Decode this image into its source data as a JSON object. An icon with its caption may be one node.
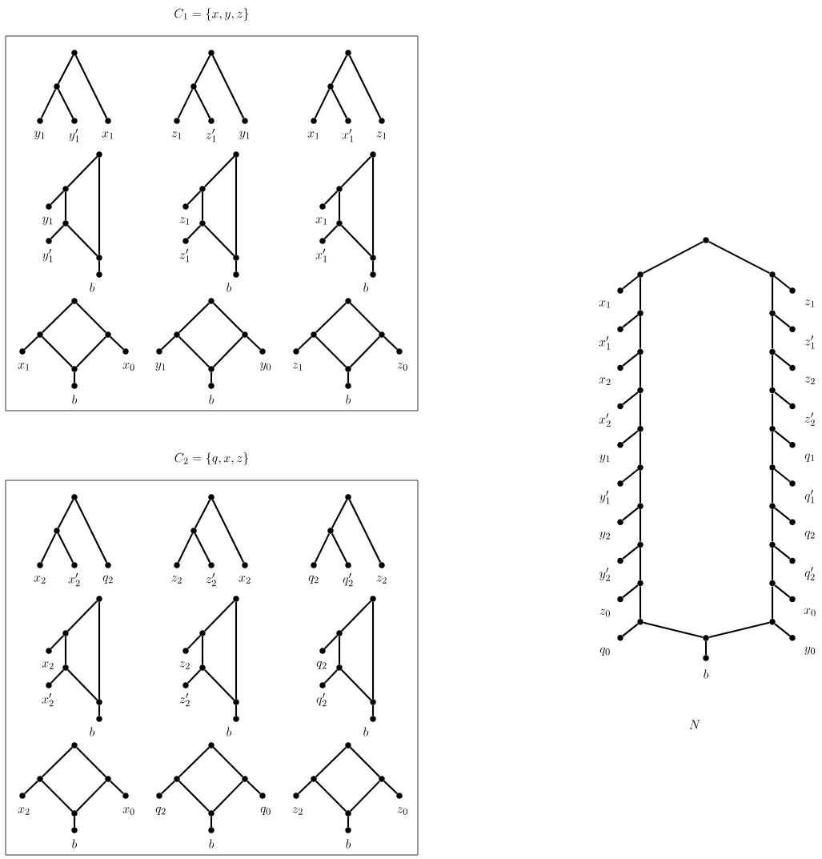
{
  "diagram": {
    "nodes": [
      {
        "text": [
          "C_1 = \\{x, y, z\\}"
        ]
      },
      {
        "text": [],
        "shape": "circle",
        "in": 0
      },
      {
        "text": [],
        "shape": "circle",
        "in": 0
      },
      {
        "text": [],
        "shape": "circle",
        "in": 0,
        "beside": [
          "y_1"
        ]
      },
      {
        "text": [],
        "shape": "circle",
        "in": 0,
        "beside": [
          "y_1'"
        ]
      },
      {
        "text": [],
        "shape": "circle",
        "in": 0,
        "beside": [
          "x_1"
        ]
      },
      {
        "text": [],
        "shape": "circle",
        "in": 0
      },
      {
        "text": [],
        "shape": "circle",
        "in": 0
      },
      {
        "text": [],
        "shape": "circle",
        "in": 0,
        "beside": [
          "z_1"
        ]
      },
      {
        "text": [],
        "shape": "circle",
        "in": 0,
        "beside": [
          "z_1'"
        ]
      },
      {
        "text": [],
        "shape": "circle",
        "in": 0,
        "beside": [
          "y_1"
        ]
      },
      {
        "text": [],
        "shape": "circle",
        "in": 0
      },
      {
        "text": [],
        "shape": "circle",
        "in": 0
      },
      {
        "text": [],
        "shape": "circle",
        "in": 0,
        "beside": [
          "x_1"
        ]
      },
      {
        "text": [],
        "shape": "circle",
        "in": 0,
        "beside": [
          "x_1'"
        ]
      },
      {
        "text": [],
        "shape": "circle",
        "in": 0,
        "beside": [
          "z_1"
        ]
      },
      {
        "text": [],
        "shape": "circle",
        "in": 0
      },
      {
        "text": [],
        "shape": "circle",
        "in": 0
      },
      {
        "text": [],
        "shape": "circle",
        "in": 0,
        "beside": [
          "y_1"
        ]
      },
      {
        "text": [],
        "shape": "circle",
        "in": 0
      },
      {
        "text": [],
        "shape": "circle",
        "in": 0,
        "beside": [
          "y_1'"
        ]
      },
      {
        "text": [],
        "shape": "circle",
        "in": 0
      },
      {
        "text": [],
        "shape": "circle",
        "in": 0,
        "beside": [
          "b"
        ]
      },
      {
        "text": [],
        "shape": "circle",
        "in": 0
      },
      {
        "text": [],
        "shape": "circle",
        "in": 0
      },
      {
        "text": [],
        "shape": "circle",
        "in": 0,
        "beside": [
          "z_1"
        ]
      },
      {
        "text": [],
        "shape": "circle",
        "in": 0
      },
      {
        "text": [],
        "shape": "circle",
        "in": 0,
        "beside": [
          "z_1'"
        ]
      },
      {
        "text": [],
        "shape": "circle",
        "in": 0
      },
      {
        "text": [],
        "shape": "circle",
        "in": 0,
        "beside": [
          "b"
        ]
      },
      {
        "text": [],
        "shape": "circle",
        "in": 0
      },
      {
        "text": [],
        "shape": "circle",
        "in": 0
      },
      {
        "text": [],
        "shape": "circle",
        "in": 0,
        "beside": [
          "x_1"
        ]
      },
      {
        "text": [],
        "shape": "circle",
        "in": 0
      },
      {
        "text": [],
        "shape": "circle",
        "in": 0,
        "beside": [
          "x_1'"
        ]
      },
      {
        "text": [],
        "shape": "circle",
        "in": 0
      },
      {
        "text": [],
        "shape": "circle",
        "in": 0,
        "beside": [
          "b"
        ]
      },
      {
        "text": [],
        "shape": "circle",
        "in": 0
      },
      {
        "text": [],
        "shape": "circle",
        "in": 0
      },
      {
        "text": [],
        "shape": "circle",
        "in": 0
      },
      {
        "text": [],
        "shape": "circle",
        "in": 0,
        "beside": [
          "x_1"
        ]
      },
      {
        "text": [],
        "shape": "circle",
        "in": 0,
        "beside": [
          "x_0"
        ]
      },
      {
        "text": [],
        "shape": "circle",
        "in": 0
      },
      {
        "text": [],
        "shape": "circle",
        "in": 0,
        "beside": [
          "b"
        ]
      },
      {
        "text": [],
        "shape": "circle",
        "in": 0
      },
      {
        "text": [],
        "shape": "circle",
        "in": 0
      },
      {
        "text": [],
        "shape": "circle",
        "in": 0
      },
      {
        "text": [],
        "shape": "circle",
        "in": 0,
        "beside": [
          "y_1"
        ]
      },
      {
        "text": [],
        "shape": "circle",
        "in": 0,
        "beside": [
          "y_0"
        ]
      },
      {
        "text": [],
        "shape": "circle",
        "in": 0
      },
      {
        "text": [],
        "shape": "circle",
        "in": 0,
        "beside": [
          "b"
        ]
      },
      {
        "text": [],
        "shape": "circle",
        "in": 0
      },
      {
        "text": [],
        "shape": "circle",
        "in": 0
      },
      {
        "text": [],
        "shape": "circle",
        "in": 0
      },
      {
        "text": [],
        "shape": "circle",
        "in": 0,
        "beside": [
          "z_1"
        ]
      },
      {
        "text": [],
        "shape": "circle",
        "in": 0,
        "beside": [
          "z_0"
        ]
      },
      {
        "text": [],
        "shape": "circle",
        "in": 0
      },
      {
        "text": [],
        "shape": "circle",
        "in": 0,
        "beside": [
          "b"
        ]
      },
      {
        "text": [
          "C_2 = \\{q, x, z\\}"
        ]
      },
      {
        "text": [],
        "shape": "circle",
        "in": 58
      },
      {
        "text": [],
        "shape": "circle",
        "in": 58
      },
      {
        "text": [],
        "shape": "circle",
        "in": 58,
        "beside": [
          "x_2"
        ]
      },
      {
        "text": [],
        "shape": "circle",
        "in": 58,
        "beside": [
          "x_2'"
        ]
      },
      {
        "text": [],
        "shape": "circle",
        "in": 58,
        "beside": [
          "q_2"
        ]
      },
      {
        "text": [],
        "shape": "circle",
        "in": 58
      },
      {
        "text": [],
        "shape": "circle",
        "in": 58
      },
      {
        "text": [],
        "shape": "circle",
        "in": 58,
        "beside": [
          "z_2"
        ]
      },
      {
        "text": [],
        "shape": "circle",
        "in": 58,
        "beside": [
          "z_2'"
        ]
      },
      {
        "text": [],
        "shape": "circle",
        "in": 58,
        "beside": [
          "x_2"
        ]
      },
      {
        "text": [],
        "shape": "circle",
        "in": 58
      },
      {
        "text": [],
        "shape": "circle",
        "in": 58
      },
      {
        "text": [],
        "shape": "circle",
        "in": 58,
        "beside": [
          "q_2"
        ]
      },
      {
        "text": [],
        "shape": "circle",
        "in": 58,
        "beside": [
          "q_2'"
        ]
      },
      {
        "text": [],
        "shape": "circle",
        "in": 58,
        "beside": [
          "z_2"
        ]
      },
      {
        "text": [],
        "shape": "circle",
        "in": 58
      },
      {
        "text": [],
        "shape": "circle",
        "in": 58
      },
      {
        "text": [],
        "shape": "circle",
        "in": 58,
        "beside": [
          "x_2"
        ]
      },
      {
        "text": [],
        "shape": "circle",
        "in": 58
      },
      {
        "text": [],
        "shape": "circle",
        "in": 58,
        "beside": [
          "x_2'"
        ]
      },
      {
        "text": [],
        "shape": "circle",
        "in": 58
      },
      {
        "text": [],
        "shape": "circle",
        "in": 58,
        "beside": [
          "b"
        ]
      },
      {
        "text": [],
        "shape": "circle",
        "in": 58
      },
      {
        "text": [],
        "shape": "circle",
        "in": 58
      },
      {
        "text": [],
        "shape": "circle",
        "in": 58,
        "beside": [
          "z_2"
        ]
      },
      {
        "text": [],
        "shape": "circle",
        "in": 58
      },
      {
        "text": [],
        "shape": "circle",
        "in": 58,
        "beside": [
          "z_2'"
        ]
      },
      {
        "text": [],
        "shape": "circle",
        "in": 58
      },
      {
        "text": [],
        "shape": "circle",
        "in": 58,
        "beside": [
          "b"
        ]
      },
      {
        "text": [],
        "shape": "circle",
        "in": 58
      },
      {
        "text": [],
        "shape": "circle",
        "in": 58
      },
      {
        "text": [],
        "shape": "circle",
        "in": 58,
        "beside": [
          "q_2"
        ]
      },
      {
        "text": [],
        "shape": "circle",
        "in": 58
      },
      {
        "text": [],
        "shape": "circle",
        "in": 58,
        "beside": [
          "q_2'"
        ]
      },
      {
        "text": [],
        "shape": "circle",
        "in": 58
      },
      {
        "text": [],
        "shape": "circle",
        "in": 58,
        "beside": [
          "b"
        ]
      },
      {
        "text": [],
        "shape": "circle",
        "in": 58
      },
      {
        "text": [],
        "shape": "circle",
        "in": 58
      },
      {
        "text": [],
        "shape": "circle",
        "in": 58
      },
      {
        "text": [],
        "shape": "circle",
        "in": 58,
        "beside": [
          "x_2"
        ]
      },
      {
        "text": [],
        "shape": "circle",
        "in": 58,
        "beside": [
          "x_0"
        ]
      },
      {
        "text": [],
        "shape": "circle",
        "in": 58
      },
      {
        "text": [],
        "shape": "circle",
        "in": 58,
        "beside": [
          "b"
        ]
      },
      {
        "text": [],
        "shape": "circle",
        "in": 58
      },
      {
        "text": [],
        "shape": "circle",
        "in": 58
      },
      {
        "text": [],
        "shape": "circle",
        "in": 58
      },
      {
        "text": [],
        "shape": "circle",
        "in": 58,
        "beside": [
          "q_2"
        ]
      },
      {
        "text": [],
        "shape": "circle",
        "in": 58,
        "beside": [
          "q_0"
        ]
      },
      {
        "text": [],
        "shape": "circle",
        "in": 58
      },
      {
        "text": [],
        "shape": "circle",
        "in": 58,
        "beside": [
          "b"
        ]
      },
      {
        "text": [],
        "shape": "circle",
        "in": 58
      },
      {
        "text": [],
        "shape": "circle",
        "in": 58
      },
      {
        "text": [],
        "shape": "circle",
        "in": 58
      },
      {
        "text": [],
        "shape": "circle",
        "in": 58,
        "beside": [
          "z_2"
        ]
      },
      {
        "text": [],
        "shape": "circle",
        "in": 58,
        "beside": [
          "z_0"
        ]
      },
      {
        "text": [],
        "shape": "circle",
        "in": 58
      },
      {
        "text": [],
        "shape": "circle",
        "in": 58,
        "beside": [
          "b"
        ]
      },
      {
        "text": [],
        "shape": "circle"
      },
      {
        "text": [],
        "shape": "circle"
      },
      {
        "text": [],
        "shape": "circle"
      },
      {
        "text": [],
        "shape": "circle"
      },
      {
        "text": [],
        "shape": "circle"
      },
      {
        "text": [],
        "shape": "circle"
      },
      {
        "text": [],
        "shape": "circle"
      },
      {
        "text": [],
        "shape": "circle"
      },
      {
        "text": [],
        "shape": "circle"
      },
      {
        "text": [],
        "shape": "circle"
      },
      {
        "text": [],
        "shape": "circle"
      },
      {
        "text": [],
        "shape": "circle",
        "beside": [
          "x_1"
        ]
      },
      {
        "text": [],
        "shape": "circle",
        "beside": [
          "x_1'"
        ]
      },
      {
        "text": [],
        "shape": "circle",
        "beside": [
          "x_2"
        ]
      },
      {
        "text": [],
        "shape": "circle",
        "beside": [
          "x_2'"
        ]
      },
      {
        "text": [],
        "shape": "circle",
        "beside": [
          "y_1"
        ]
      },
      {
        "text": [],
        "shape": "circle",
        "beside": [
          "y_1'"
        ]
      },
      {
        "text": [],
        "shape": "circle",
        "beside": [
          "y_2"
        ]
      },
      {
        "text": [],
        "shape": "circle",
        "beside": [
          "y_2'"
        ]
      },
      {
        "text": [],
        "shape": "circle",
        "beside": [
          "z_0"
        ]
      },
      {
        "text": [],
        "shape": "circle",
        "beside": [
          "q_0"
        ]
      },
      {
        "text": [],
        "shape": "circle"
      },
      {
        "text": [],
        "shape": "circle"
      },
      {
        "text": [],
        "shape": "circle"
      },
      {
        "text": [],
        "shape": "circle"
      },
      {
        "text": [],
        "shape": "circle"
      },
      {
        "text": [],
        "shape": "circle"
      },
      {
        "text": [],
        "shape": "circle"
      },
      {
        "text": [],
        "shape": "circle"
      },
      {
        "text": [],
        "shape": "circle"
      },
      {
        "text": [],
        "shape": "circle"
      },
      {
        "text": [],
        "shape": "circle",
        "beside": [
          "z_1"
        ]
      },
      {
        "text": [],
        "shape": "circle",
        "beside": [
          "z_1'"
        ]
      },
      {
        "text": [],
        "shape": "circle",
        "beside": [
          "z_2"
        ]
      },
      {
        "text": [],
        "shape": "circle",
        "beside": [
          "z_2'"
        ]
      },
      {
        "text": [],
        "shape": "circle",
        "beside": [
          "q_1"
        ]
      },
      {
        "text": [],
        "shape": "circle",
        "beside": [
          "q_1'"
        ]
      },
      {
        "text": [],
        "shape": "circle",
        "beside": [
          "q_2"
        ]
      },
      {
        "text": [],
        "shape": "circle",
        "beside": [
          "q_2'"
        ]
      },
      {
        "text": [],
        "shape": "circle",
        "beside": [
          "x_0"
        ]
      },
      {
        "text": [],
        "shape": "circle",
        "beside": [
          "y_0"
        ]
      },
      {
        "text": [],
        "shape": "circle"
      },
      {
        "text": [],
        "shape": "circle",
        "beside": [
          "b"
        ]
      }
    ],
    "edges": [
      {
        "from": 1,
        "to": 2,
        "arrow": "none"
      },
      {
        "from": 2,
        "to": 3,
        "arrow": "none"
      },
      {
        "from": 2,
        "to": 4,
        "arrow": "none"
      },
      {
        "from": 1,
        "to": 5,
        "arrow": "none"
      },
      {
        "from": 6,
        "to": 7,
        "arrow": "none"
      },
      {
        "from": 7,
        "to": 8,
        "arrow": "none"
      },
      {
        "from": 7,
        "to": 9,
        "arrow": "none"
      },
      {
        "from": 6,
        "to": 10,
        "arrow": "none"
      },
      {
        "from": 11,
        "to": 12,
        "arrow": "none"
      },
      {
        "from": 12,
        "to": 13,
        "arrow": "none"
      },
      {
        "from": 12,
        "to": 14,
        "arrow": "none"
      },
      {
        "from": 11,
        "to": 15,
        "arrow": "none"
      },
      {
        "from": 16,
        "to": 17,
        "arrow": "none"
      },
      {
        "from": 17,
        "to": 18,
        "arrow": "none"
      },
      {
        "from": 17,
        "to": 19,
        "arrow": "none"
      },
      {
        "from": 19,
        "to": 20,
        "arrow": "none"
      },
      {
        "from": 19,
        "to": 21,
        "arrow": "none"
      },
      {
        "from": 16,
        "to": 21,
        "arrow": "none"
      },
      {
        "from": 21,
        "to": 22,
        "arrow": "none"
      },
      {
        "from": 23,
        "to": 24,
        "arrow": "none"
      },
      {
        "from": 24,
        "to": 25,
        "arrow": "none"
      },
      {
        "from": 24,
        "to": 26,
        "arrow": "none"
      },
      {
        "from": 26,
        "to": 27,
        "arrow": "none"
      },
      {
        "from": 26,
        "to": 28,
        "arrow": "none"
      },
      {
        "from": 23,
        "to": 28,
        "arrow": "none"
      },
      {
        "from": 28,
        "to": 29,
        "arrow": "none"
      },
      {
        "from": 30,
        "to": 31,
        "arrow": "none"
      },
      {
        "from": 31,
        "to": 32,
        "arrow": "none"
      },
      {
        "from": 31,
        "to": 33,
        "arrow": "none"
      },
      {
        "from": 33,
        "to": 34,
        "arrow": "none"
      },
      {
        "from": 33,
        "to": 35,
        "arrow": "none"
      },
      {
        "from": 30,
        "to": 35,
        "arrow": "none"
      },
      {
        "from": 35,
        "to": 36,
        "arrow": "none"
      },
      {
        "from": 37,
        "to": 38,
        "arrow": "none"
      },
      {
        "from": 37,
        "to": 39,
        "arrow": "none"
      },
      {
        "from": 38,
        "to": 40,
        "arrow": "none"
      },
      {
        "from": 39,
        "to": 41,
        "arrow": "none"
      },
      {
        "from": 38,
        "to": 42,
        "arrow": "none"
      },
      {
        "from": 39,
        "to": 42,
        "arrow": "none"
      },
      {
        "from": 42,
        "to": 43,
        "arrow": "none"
      },
      {
        "from": 44,
        "to": 45,
        "arrow": "none"
      },
      {
        "from": 44,
        "to": 46,
        "arrow": "none"
      },
      {
        "from": 45,
        "to": 47,
        "arrow": "none"
      },
      {
        "from": 46,
        "to": 48,
        "arrow": "none"
      },
      {
        "from": 45,
        "to": 49,
        "arrow": "none"
      },
      {
        "from": 46,
        "to": 49,
        "arrow": "none"
      },
      {
        "from": 49,
        "to": 50,
        "arrow": "none"
      },
      {
        "from": 51,
        "to": 52,
        "arrow": "none"
      },
      {
        "from": 51,
        "to": 53,
        "arrow": "none"
      },
      {
        "from": 52,
        "to": 54,
        "arrow": "none"
      },
      {
        "from": 53,
        "to": 55,
        "arrow": "none"
      },
      {
        "from": 52,
        "to": 56,
        "arrow": "none"
      },
      {
        "from": 53,
        "to": 56,
        "arrow": "none"
      },
      {
        "from": 56,
        "to": 57,
        "arrow": "none"
      },
      {
        "from": 59,
        "to": 60,
        "arrow": "none"
      },
      {
        "from": 60,
        "to": 61,
        "arrow": "none"
      },
      {
        "from": 60,
        "to": 62,
        "arrow": "none"
      },
      {
        "from": 59,
        "to": 63,
        "arrow": "none"
      },
      {
        "from": 64,
        "to": 65,
        "arrow": "none"
      },
      {
        "from": 65,
        "to": 66,
        "arrow": "none"
      },
      {
        "from": 65,
        "to": 67,
        "arrow": "none"
      },
      {
        "from": 64,
        "to": 68,
        "arrow": "none"
      },
      {
        "from": 69,
        "to": 70,
        "arrow": "none"
      },
      {
        "from": 70,
        "to": 71,
        "arrow": "none"
      },
      {
        "from": 70,
        "to": 72,
        "arrow": "none"
      },
      {
        "from": 69,
        "to": 73,
        "arrow": "none"
      },
      {
        "from": 74,
        "to": 75,
        "arrow": "none"
      },
      {
        "from": 75,
        "to": 76,
        "arrow": "none"
      },
      {
        "from": 75,
        "to": 77,
        "arrow": "none"
      },
      {
        "from": 77,
        "to": 78,
        "arrow": "none"
      },
      {
        "from": 77,
        "to": 79,
        "arrow": "none"
      },
      {
        "from": 74,
        "to": 79,
        "arrow": "none"
      },
      {
        "from": 79,
        "to": 80,
        "arrow": "none"
      },
      {
        "from": 81,
        "to": 82,
        "arrow": "none"
      },
      {
        "from": 82,
        "to": 83,
        "arrow": "none"
      },
      {
        "from": 82,
        "to": 84,
        "arrow": "none"
      },
      {
        "from": 84,
        "to": 85,
        "arrow": "none"
      },
      {
        "from": 84,
        "to": 86,
        "arrow": "none"
      },
      {
        "from": 81,
        "to": 86,
        "arrow": "none"
      },
      {
        "from": 86,
        "to": 87,
        "arrow": "none"
      },
      {
        "from": 88,
        "to": 89,
        "arrow": "none"
      },
      {
        "from": 89,
        "to": 90,
        "arrow": "none"
      },
      {
        "from": 89,
        "to": 91,
        "arrow": "none"
      },
      {
        "from": 91,
        "to": 92,
        "arrow": "none"
      },
      {
        "from": 91,
        "to": 93,
        "arrow": "none"
      },
      {
        "from": 88,
        "to": 93,
        "arrow": "none"
      },
      {
        "from": 93,
        "to": 94,
        "arrow": "none"
      },
      {
        "from": 95,
        "to": 96,
        "arrow": "none"
      },
      {
        "from": 95,
        "to": 97,
        "arrow": "none"
      },
      {
        "from": 96,
        "to": 98,
        "arrow": "none"
      },
      {
        "from": 97,
        "to": 99,
        "arrow": "none"
      },
      {
        "from": 96,
        "to": 100,
        "arrow": "none"
      },
      {
        "from": 97,
        "to": 100,
        "arrow": "none"
      },
      {
        "from": 100,
        "to": 101,
        "arrow": "none"
      },
      {
        "from": 102,
        "to": 103,
        "arrow": "none"
      },
      {
        "from": 102,
        "to": 104,
        "arrow": "none"
      },
      {
        "from": 103,
        "to": 105,
        "arrow": "none"
      },
      {
        "from": 104,
        "to": 106,
        "arrow": "none"
      },
      {
        "from": 103,
        "to": 107,
        "arrow": "none"
      },
      {
        "from": 104,
        "to": 107,
        "arrow": "none"
      },
      {
        "from": 107,
        "to": 108,
        "arrow": "none"
      },
      {
        "from": 109,
        "to": 110,
        "arrow": "none"
      },
      {
        "from": 109,
        "to": 111,
        "arrow": "none"
      },
      {
        "from": 110,
        "to": 112,
        "arrow": "none"
      },
      {
        "from": 111,
        "to": 113,
        "arrow": "none"
      },
      {
        "from": 110,
        "to": 114,
        "arrow": "none"
      },
      {
        "from": 111,
        "to": 114,
        "arrow": "none"
      },
      {
        "from": 114,
        "to": 115,
        "arrow": "none"
      },
      {
        "from": 116,
        "to": 117,
        "arrow": "none"
      },
      {
        "from": 116,
        "to": 137,
        "arrow": "none"
      },
      {
        "from": 117,
        "to": 118,
        "arrow": "none"
      },
      {
        "from": 118,
        "to": 119,
        "arrow": "none"
      },
      {
        "from": 119,
        "to": 120,
        "arrow": "none"
      },
      {
        "from": 120,
        "to": 121,
        "arrow": "none"
      },
      {
        "from": 121,
        "to": 122,
        "arrow": "none"
      },
      {
        "from": 122,
        "to": 123,
        "arrow": "none"
      },
      {
        "from": 123,
        "to": 124,
        "arrow": "none"
      },
      {
        "from": 124,
        "to": 125,
        "arrow": "none"
      },
      {
        "from": 125,
        "to": 126,
        "arrow": "none"
      },
      {
        "from": 117,
        "to": 127,
        "arrow": "none"
      },
      {
        "from": 118,
        "to": 128,
        "arrow": "none"
      },
      {
        "from": 119,
        "to": 129,
        "arrow": "none"
      },
      {
        "from": 120,
        "to": 130,
        "arrow": "none"
      },
      {
        "from": 121,
        "to": 131,
        "arrow": "none"
      },
      {
        "from": 122,
        "to": 132,
        "arrow": "none"
      },
      {
        "from": 123,
        "to": 133,
        "arrow": "none"
      },
      {
        "from": 124,
        "to": 134,
        "arrow": "none"
      },
      {
        "from": 125,
        "to": 135,
        "arrow": "none"
      },
      {
        "from": 126,
        "to": 136,
        "arrow": "none"
      },
      {
        "from": 137,
        "to": 138,
        "arrow": "none"
      },
      {
        "from": 138,
        "to": 139,
        "arrow": "none"
      },
      {
        "from": 139,
        "to": 140,
        "arrow": "none"
      },
      {
        "from": 140,
        "to": 141,
        "arrow": "none"
      },
      {
        "from": 141,
        "to": 142,
        "arrow": "none"
      },
      {
        "from": 142,
        "to": 143,
        "arrow": "none"
      },
      {
        "from": 143,
        "to": 144,
        "arrow": "none"
      },
      {
        "from": 144,
        "to": 145,
        "arrow": "none"
      },
      {
        "from": 145,
        "to": 146,
        "arrow": "none"
      },
      {
        "from": 137,
        "to": 147,
        "arrow": "none"
      },
      {
        "from": 138,
        "to": 148,
        "arrow": "none"
      },
      {
        "from": 139,
        "to": 149,
        "arrow": "none"
      },
      {
        "from": 140,
        "to": 150,
        "arrow": "none"
      },
      {
        "from": 141,
        "to": 151,
        "arrow": "none"
      },
      {
        "from": 142,
        "to": 152,
        "arrow": "none"
      },
      {
        "from": 143,
        "to": 153,
        "arrow": "none"
      },
      {
        "from": 144,
        "to": 154,
        "arrow": "none"
      },
      {
        "from": 145,
        "to": 155,
        "arrow": "none"
      },
      {
        "from": 146,
        "to": 156,
        "arrow": "none"
      },
      {
        "from": 126,
        "to": 157,
        "arrow": "none"
      },
      {
        "from": 146,
        "to": 157,
        "arrow": "none"
      },
      {
        "from": 157,
        "to": 158,
        "arrow": "none"
      }
    ],
    "labels": [
      "N"
    ]
  }
}
